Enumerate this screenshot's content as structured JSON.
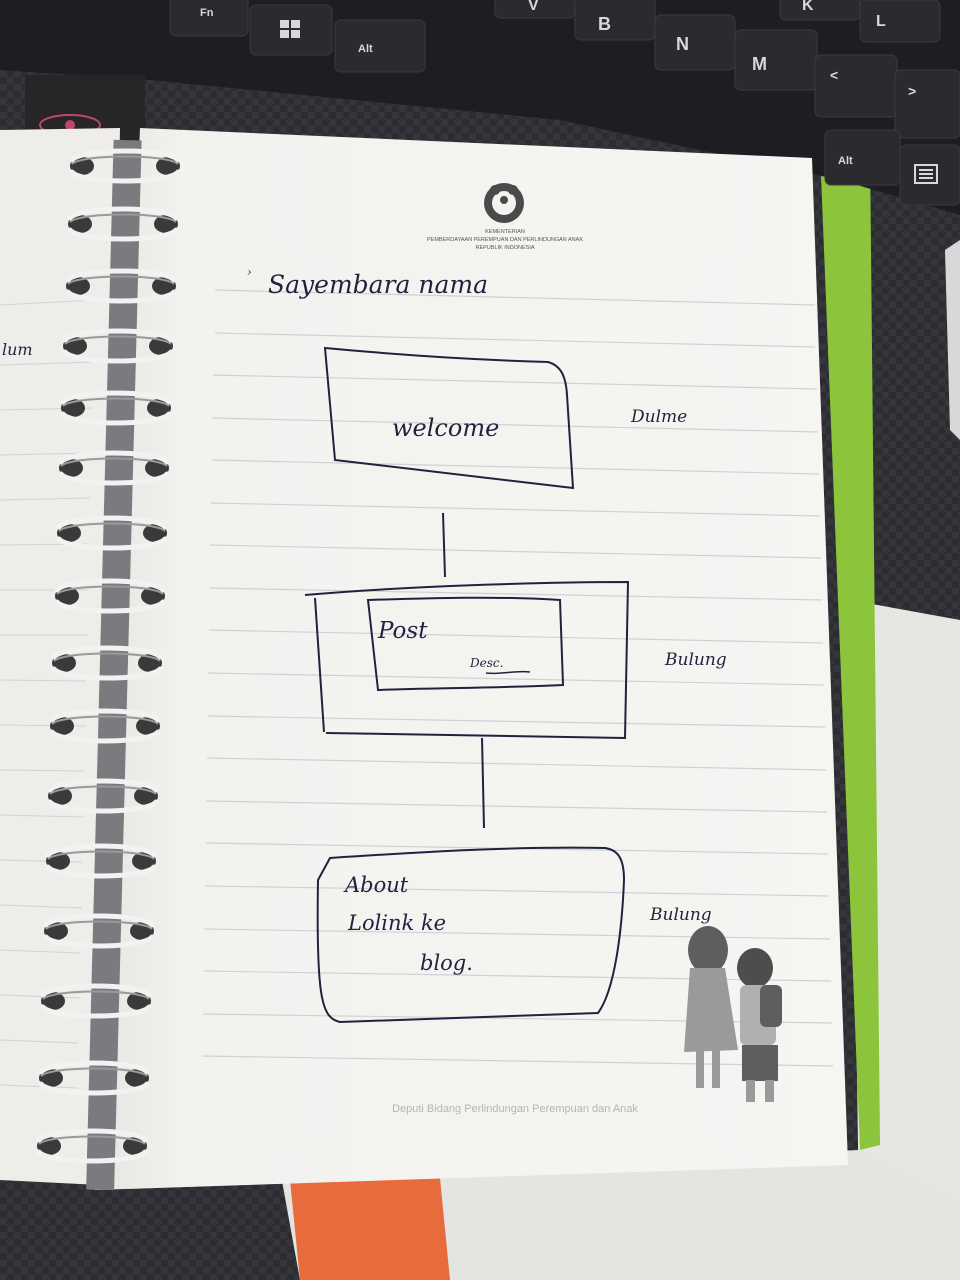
{
  "keyboard": {
    "keys": [
      "Fn",
      "Alt",
      "V",
      "B",
      "N",
      "M",
      "K",
      "L",
      "<",
      ">",
      "Alt"
    ],
    "windows_key": "windows-icon",
    "menu_key": "menu-icon"
  },
  "notebook": {
    "header": {
      "line1": "KEMENTERIAN",
      "line2": "PEMBERDAYAAN PEREMPUAN DAN PERLINDUNGAN ANAK",
      "line3": "REPUBLIK INDONESIA"
    },
    "heading": "Sayembara nama",
    "boxes": [
      {
        "label": "welcome",
        "note": "Dulme"
      },
      {
        "label": "Post",
        "sublabel": "Desc.",
        "note": "Bulung"
      },
      {
        "label_line1": "About",
        "label_line2": "Lolink ke",
        "label_line3": "blog.",
        "note": "Bulung"
      }
    ],
    "left_page_fragment": "lum",
    "footer": "Deputi Bidang Perlindungan Perempuan dan Anak"
  },
  "colors": {
    "ink": "#1f2340",
    "paper": "#f4f3f0",
    "rule": "#cfd1d6",
    "desk": "#e9e9e6",
    "green_cover": "#8cc43c",
    "orange_cover": "#e86b3c",
    "keyboard": "#1d1e21"
  }
}
